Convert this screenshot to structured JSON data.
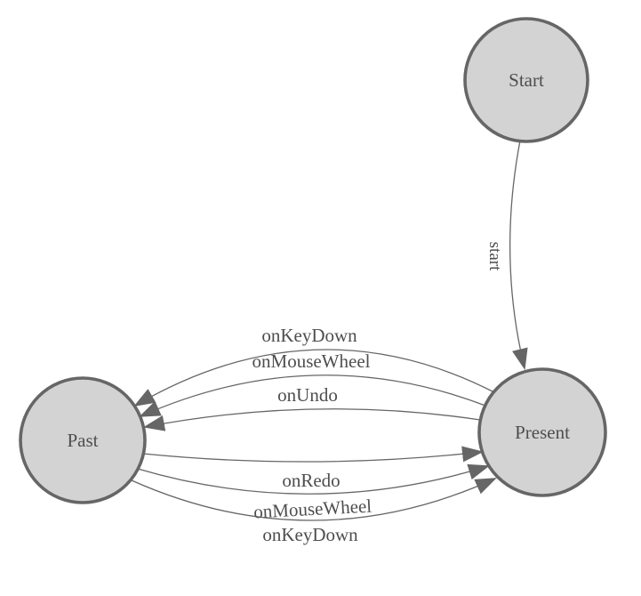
{
  "diagram": {
    "type": "state-machine-diagram",
    "colors": {
      "background": "#ffffff",
      "node_fill": "#d3d3d3",
      "node_stroke": "#666666",
      "edge_stroke": "#666666",
      "arrow_fill": "#666666",
      "text": "#4e4e4e"
    },
    "nodes": [
      {
        "id": "start",
        "label": "Start"
      },
      {
        "id": "present",
        "label": "Present"
      },
      {
        "id": "past",
        "label": "Past"
      }
    ],
    "edges": [
      {
        "label": "start",
        "from": "Start",
        "to": "Present"
      },
      {
        "label": "onKeyDown",
        "from": "Present",
        "to": "Past"
      },
      {
        "label": "onMouseWheel",
        "from": "Present",
        "to": "Past"
      },
      {
        "label": "onUndo",
        "from": "Present",
        "to": "Past"
      },
      {
        "label": "onRedo",
        "from": "Past",
        "to": "Present"
      },
      {
        "label": "onMouseWheel",
        "from": "Past",
        "to": "Present"
      },
      {
        "label": "onKeyDown",
        "from": "Past",
        "to": "Present"
      }
    ]
  }
}
